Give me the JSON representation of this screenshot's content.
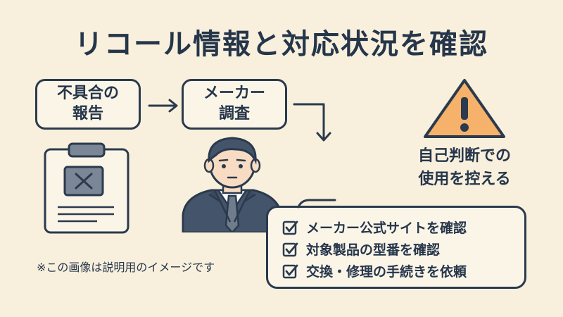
{
  "title": "リコール情報と対応状況を確認",
  "steps": [
    {
      "label": "不具合の\n報告"
    },
    {
      "label": "メーカー\n調査"
    }
  ],
  "warning": {
    "icon": "warning-triangle-icon",
    "text": "自己判断での\n使用を控える",
    "color": "#f6b26b"
  },
  "checklist": {
    "items": [
      "メーカー公式サイトを確認",
      "対象製品の型番を確認",
      "交換・修理の手続きを依頼"
    ]
  },
  "note": "※この画像は説明用のイメージです",
  "colors": {
    "background": "#f8f0dd",
    "outline": "#2b3a4d",
    "suit": "#44546a",
    "accent": "#f6b26b"
  }
}
